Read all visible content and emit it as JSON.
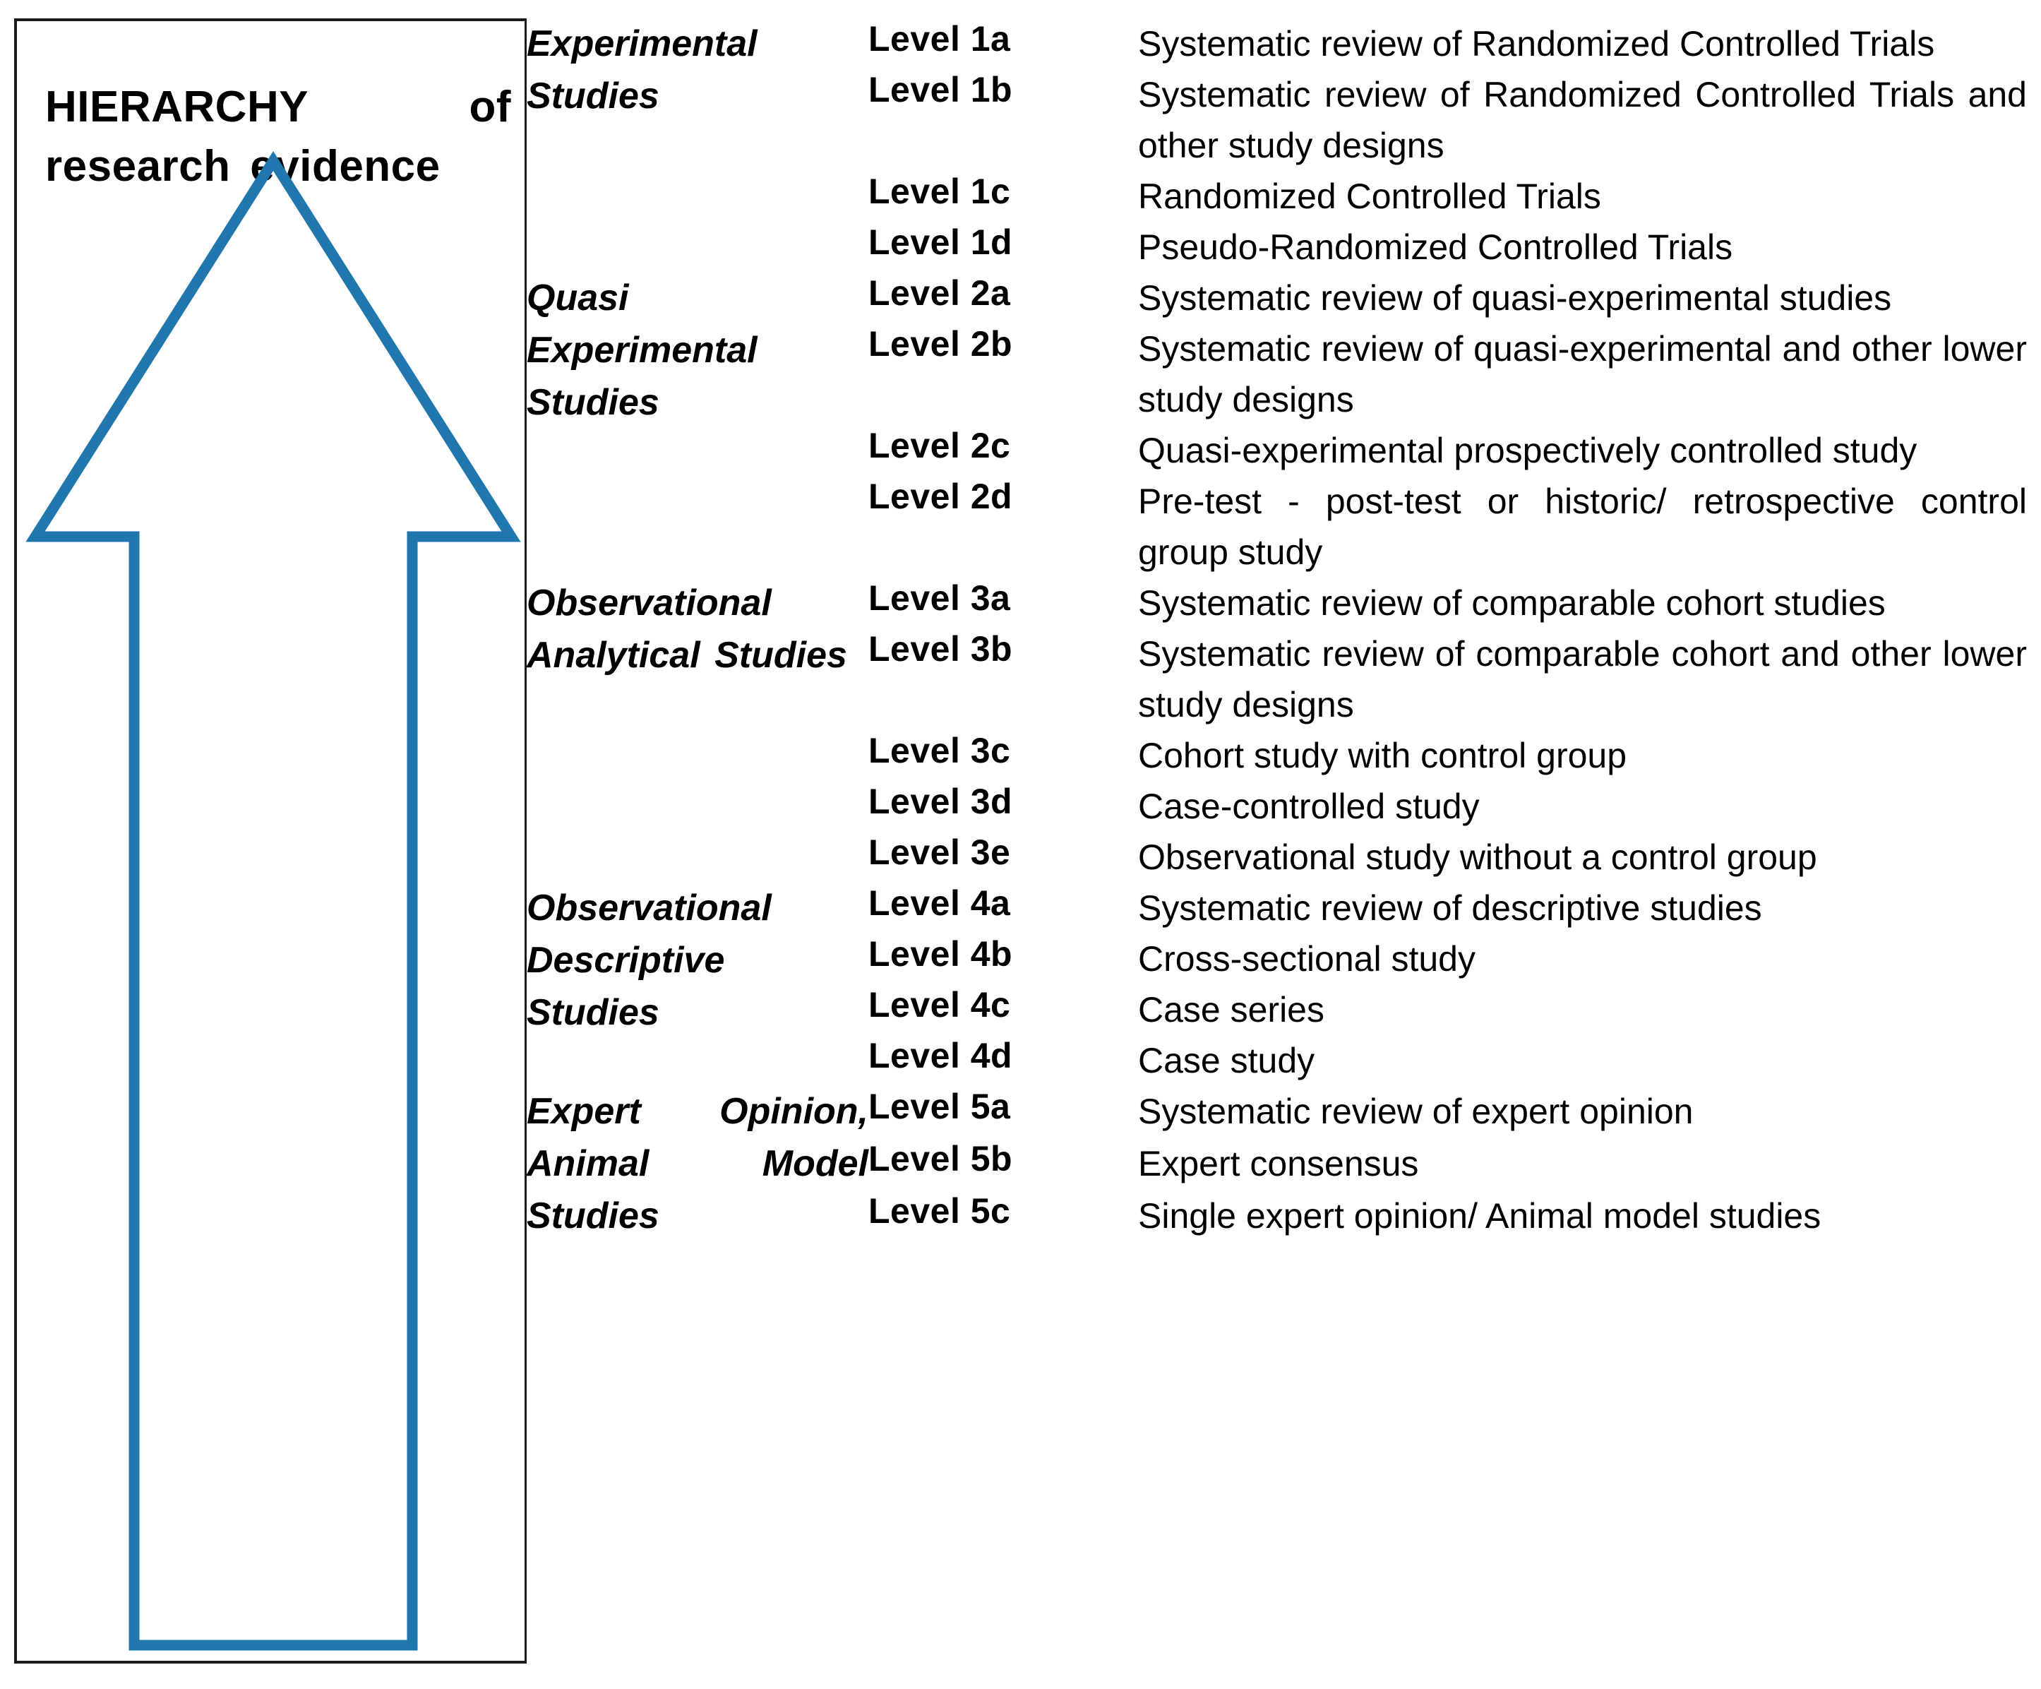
{
  "diagram": {
    "title": "HIERARCHY of research evidence",
    "arrow": {
      "icon": "up-arrow-icon",
      "color": "#1F77AD",
      "direction": "up"
    }
  },
  "table": {
    "border_color": "#1A1A1A",
    "sections": [
      {
        "category": "Experimental Studies",
        "rows": [
          {
            "level": "Level 1a",
            "description": "Systematic review of Randomized Controlled Trials"
          },
          {
            "level": "Level 1b",
            "description": "Systematic review of Randomized Controlled Trials and other study designs"
          },
          {
            "level": "Level 1c",
            "description": "Randomized Controlled Trials"
          },
          {
            "level": "Level 1d",
            "description": "Pseudo-Randomized Controlled Trials"
          }
        ]
      },
      {
        "category": "Quasi Experimental Studies",
        "rows": [
          {
            "level": "Level 2a",
            "description": "Systematic review of quasi-experimental studies"
          },
          {
            "level": "Level 2b",
            "description": "Systematic review of quasi-experimental and other lower study designs"
          },
          {
            "level": "Level 2c",
            "description": "Quasi-experimental prospectively controlled study"
          },
          {
            "level": "Level 2d",
            "description": "Pre-test - post-test or historic/ retrospective control group study"
          }
        ]
      },
      {
        "category": "Observational Analytical Studies",
        "rows": [
          {
            "level": "Level 3a",
            "description": "Systematic review of comparable cohort studies"
          },
          {
            "level": "Level 3b",
            "description": "Systematic review of comparable cohort and other lower study designs"
          },
          {
            "level": "Level 3c",
            "description": "Cohort study with control group"
          },
          {
            "level": "Level 3d",
            "description": "Case-controlled study"
          },
          {
            "level": "Level 3e",
            "description": "Observational study without a control group"
          }
        ]
      },
      {
        "category": "Observational Descriptive Studies",
        "rows": [
          {
            "level": "Level 4a",
            "description": "Systematic review of descriptive studies"
          },
          {
            "level": "Level 4b",
            "description": "Cross-sectional study"
          },
          {
            "level": "Level 4c",
            "description": "Case series"
          },
          {
            "level": "Level 4d",
            "description": "Case study"
          }
        ]
      },
      {
        "category": "Expert Opinion, Animal Model Studies",
        "rows": [
          {
            "level": "Level 5a",
            "description": "Systematic review of expert opinion"
          },
          {
            "level": "Level 5b",
            "description": "Expert consensus"
          },
          {
            "level": "Level 5c",
            "description": "Single expert opinion/ Animal model studies"
          }
        ]
      }
    ]
  }
}
